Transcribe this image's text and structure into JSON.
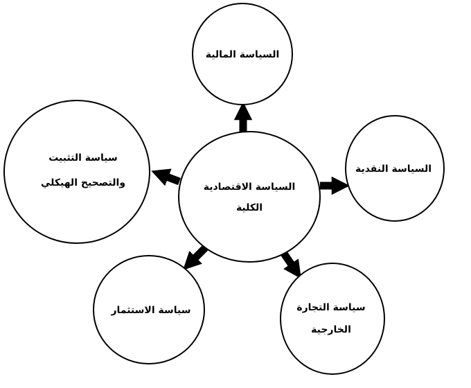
{
  "diagram": {
    "center": {
      "line1": "السياسة الاقتصادية",
      "line2": "الكلية"
    },
    "fiscal": {
      "label": "السياسة المالية"
    },
    "monetary": {
      "label": "السياسة النقدية"
    },
    "trade": {
      "line1": "سياسة التجارة",
      "line2": "الخارجية"
    },
    "investment": {
      "label": "سياسة الاستثمار"
    },
    "stabilization": {
      "line1": "سياسة التثبيت",
      "line2": "والتصحيح الهيكلي"
    }
  }
}
